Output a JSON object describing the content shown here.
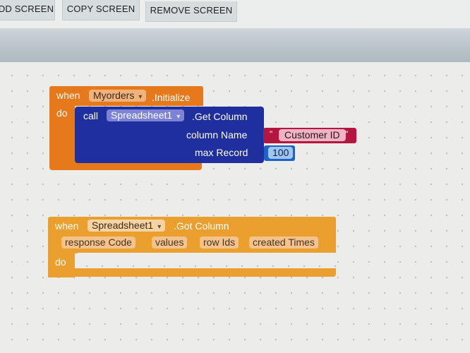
{
  "toolbar": {
    "add_screen": "DD SCREEN",
    "copy_screen": "COPY SCREEN",
    "remove_screen": "REMOVE SCREEN"
  },
  "blocks": {
    "initialize": {
      "when": "when",
      "component": "Myorders",
      "event": ".Initialize",
      "do": "do"
    },
    "call": {
      "call": "call",
      "component": "Spreadsheet1",
      "method": ".Get Column",
      "arg1_label": "column Name",
      "arg1_value": "Customer ID",
      "arg2_label": "max Record",
      "arg2_value": "100"
    },
    "got_column": {
      "when": "when",
      "component": "Spreadsheet1",
      "event": ".Got Column",
      "params": [
        "response Code",
        "values",
        "row Ids",
        "created Times"
      ],
      "do": "do"
    }
  },
  "colors": {
    "event_orange": "#e7791d",
    "event_light_orange": "#eb9f2f",
    "call_blue": "#1f2f9d",
    "text_red": "#b3163f",
    "number_blue": "#1d62c7"
  }
}
